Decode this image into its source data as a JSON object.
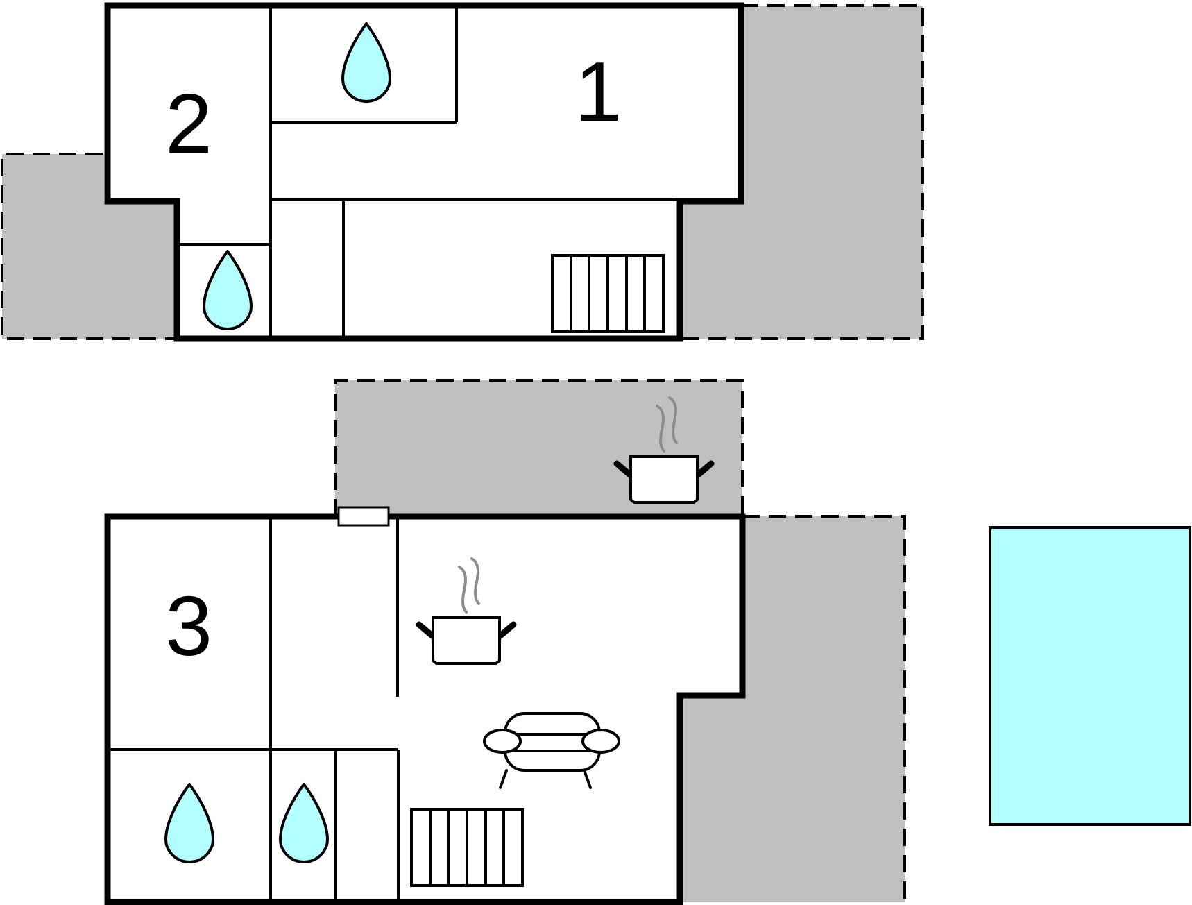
{
  "rooms": [
    {
      "id": "room-1",
      "label": "1"
    },
    {
      "id": "room-2",
      "label": "2"
    },
    {
      "id": "room-3",
      "label": "3"
    }
  ],
  "icons": {
    "water_drop": "bathroom-water-drop-icon",
    "stairs": "stairs-icon",
    "cooking_pot": "kitchen-cooking-pot-icon",
    "sofa": "living-room-sofa-icon",
    "pool": "swimming-pool-icon"
  },
  "colors": {
    "terrace": "#c0c0c0",
    "water": "#b3ffff",
    "wall": "#000000",
    "steam": "#8c8c8c"
  }
}
